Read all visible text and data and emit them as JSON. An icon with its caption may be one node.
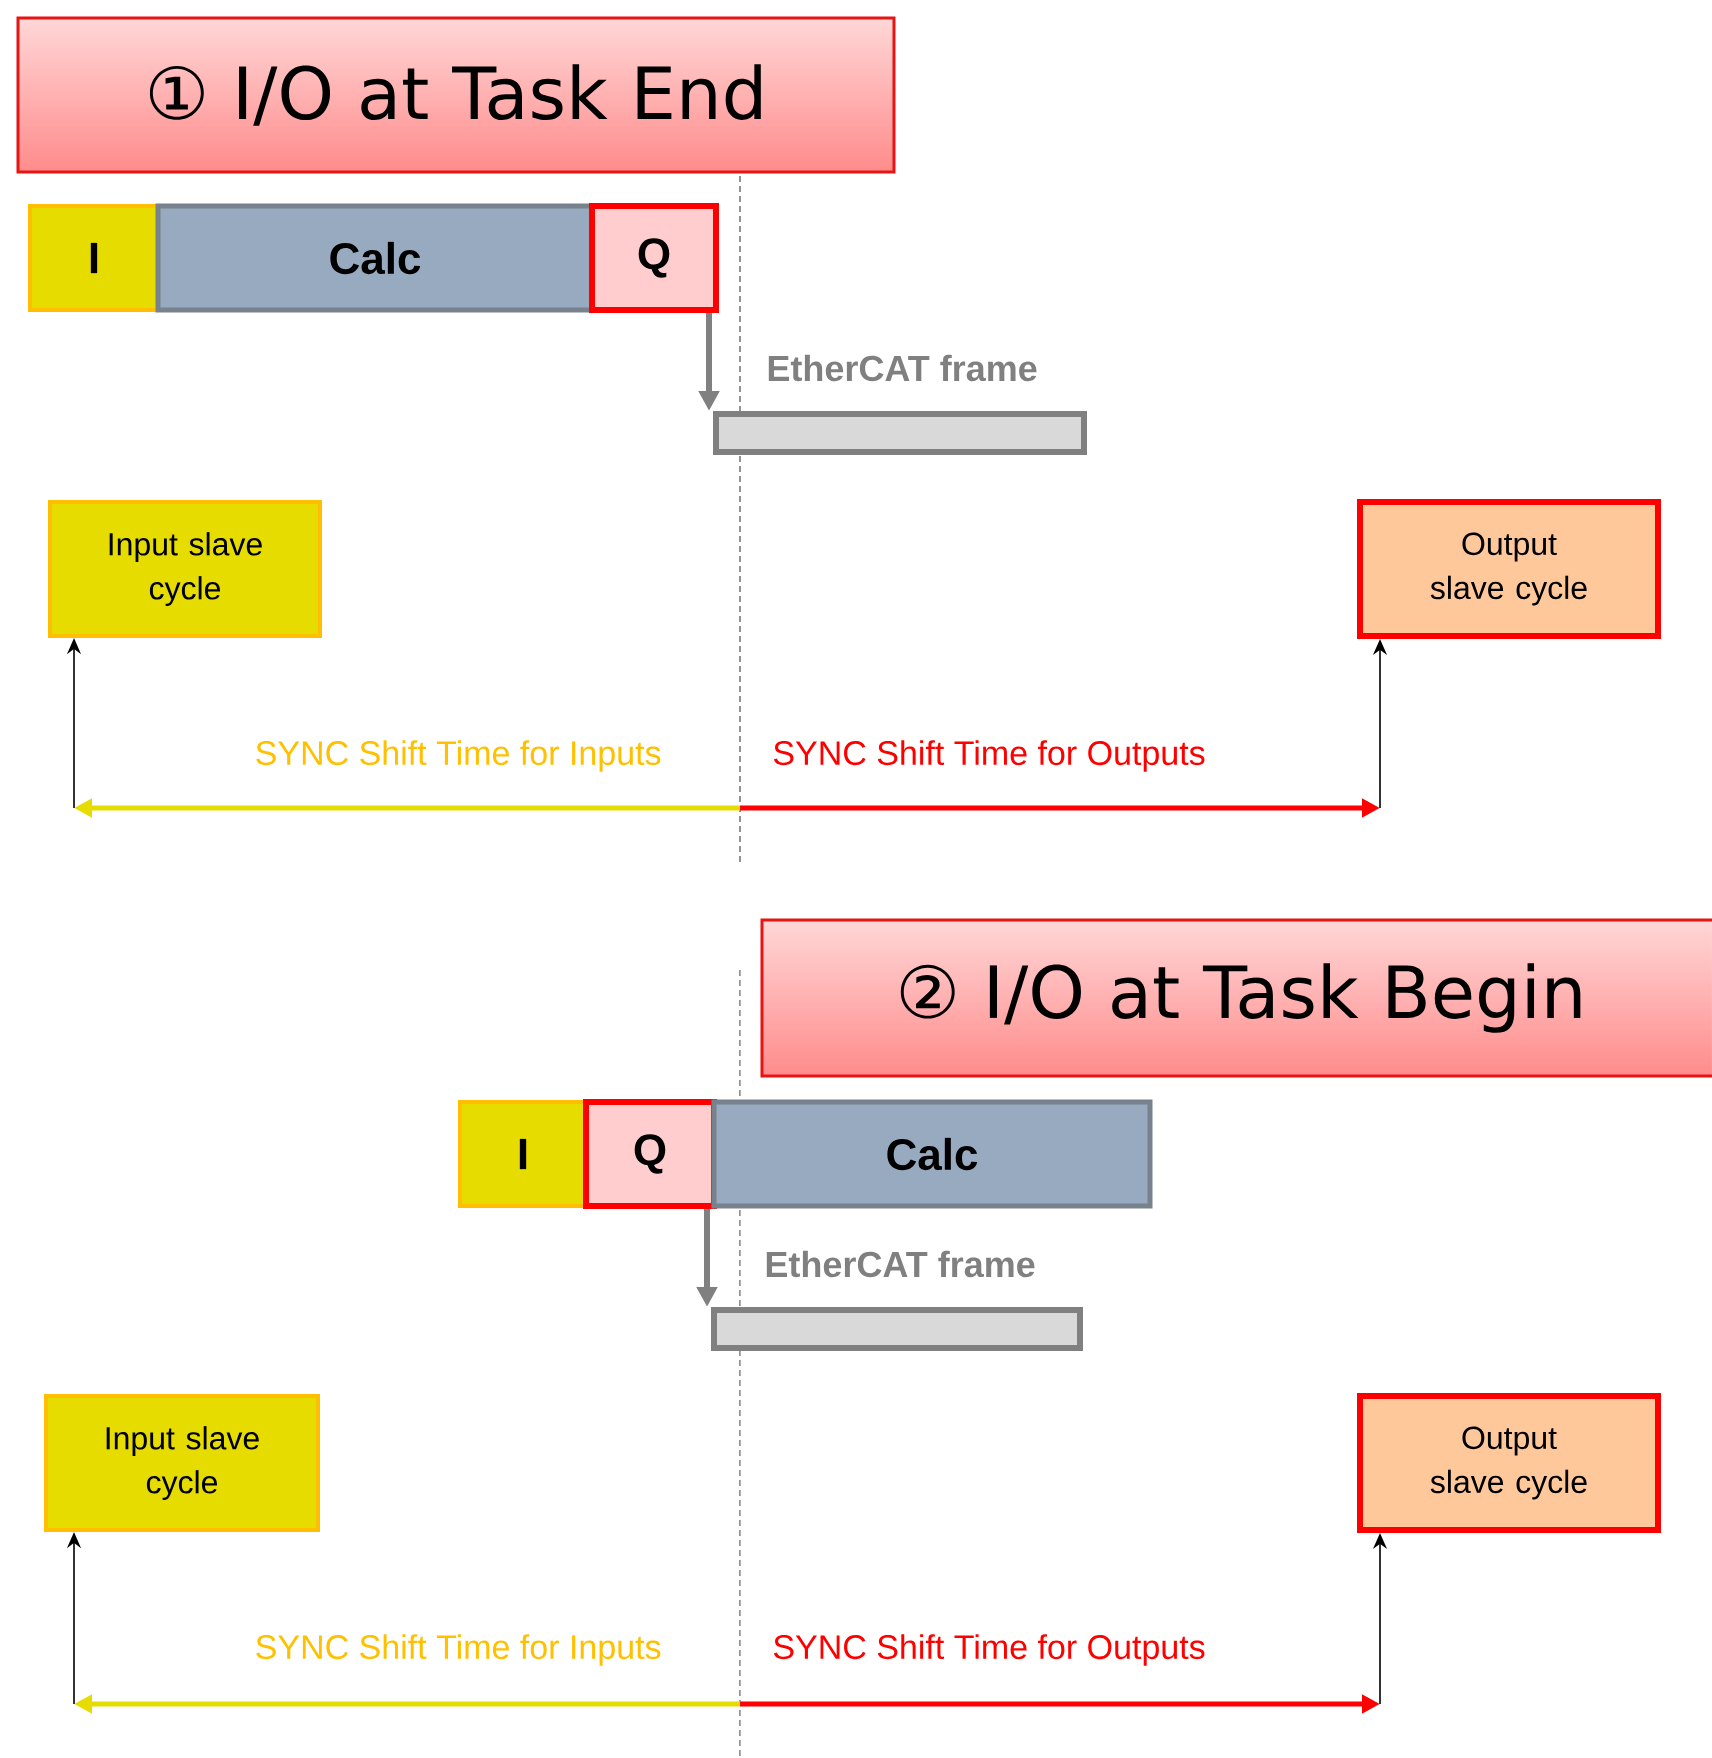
{
  "diagram": {
    "nodes": [
      {
        "text": [
          "① I/O at Task End"
        ]
      },
      {
        "text": [
          "I"
        ]
      },
      {
        "text": [
          "Calc"
        ]
      },
      {
        "text": [
          "Q"
        ]
      },
      {
        "text": [],
        "shape": "bar",
        "beside": [
          "EtherCAT frame"
        ]
      },
      {
        "text": [
          "Input slave cycle"
        ]
      },
      {
        "text": [
          "Output slave cycle"
        ]
      },
      {
        "text": [
          "② I/O at Task Begin"
        ]
      },
      {
        "text": [
          "I"
        ]
      },
      {
        "text": [
          "Q"
        ]
      },
      {
        "text": [
          "Calc"
        ]
      },
      {
        "text": [],
        "shape": "bar",
        "beside": [
          "EtherCAT frame"
        ]
      },
      {
        "text": [
          "Input slave cycle"
        ]
      },
      {
        "text": [
          "Output slave cycle"
        ]
      }
    ],
    "edges": [
      {
        "from": 3,
        "to": 4,
        "arrow": "to",
        "style": "thick",
        "color": "#808080"
      },
      {
        "from": null,
        "to": 5,
        "arrow": "to"
      },
      {
        "from": null,
        "to": 6,
        "arrow": "to"
      },
      {
        "from": 9,
        "to": 11,
        "arrow": "to",
        "style": "thick",
        "color": "#808080"
      },
      {
        "from": null,
        "to": 12,
        "arrow": "to"
      },
      {
        "from": null,
        "to": 13,
        "arrow": "to"
      }
    ],
    "labels": [
      "SYNC Shift Time for Inputs",
      "SYNC Shift Time for Outputs",
      "SYNC Shift Time for Inputs",
      "SYNC Shift Time for Outputs"
    ]
  }
}
